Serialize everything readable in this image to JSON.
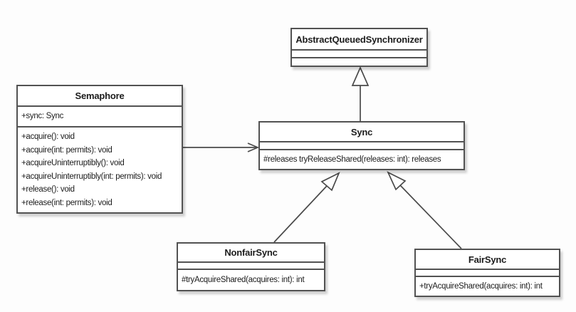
{
  "colors": {
    "background": "#fdfdfd",
    "box_fill": "#ffffff",
    "border": "#525252",
    "line": "#4a4a4a",
    "text": "#1c1c1c"
  },
  "diagram": {
    "type": "uml-class-diagram",
    "classes": {
      "abstract_queued_synchronizer": {
        "name": "AbstractQueuedSynchronizer",
        "attributes": [],
        "methods": []
      },
      "semaphore": {
        "name": "Semaphore",
        "attributes": [
          "+sync: Sync"
        ],
        "methods": [
          "+acquire(): void",
          "+acquire(int: permits): void",
          "+acquireUninterruptibly(): void",
          "+acquireUninterruptibly(int: permits): void",
          "+release(): void",
          "+release(int: permits): void"
        ]
      },
      "sync": {
        "name": "Sync",
        "attributes": [],
        "methods": [
          "#releases tryReleaseShared(releases: int): releases"
        ]
      },
      "nonfair_sync": {
        "name": "NonfairSync",
        "attributes": [],
        "methods": [
          "#tryAcquireShared(acquires: int): int"
        ]
      },
      "fair_sync": {
        "name": "FairSync",
        "attributes": [],
        "methods": [
          "+tryAcquireShared(acquires: int): int"
        ]
      }
    },
    "relationships": [
      {
        "from": "Sync",
        "to": "AbstractQueuedSynchronizer",
        "type": "generalization"
      },
      {
        "from": "Semaphore",
        "to": "Sync",
        "type": "directed-association"
      },
      {
        "from": "NonfairSync",
        "to": "Sync",
        "type": "generalization"
      },
      {
        "from": "FairSync",
        "to": "Sync",
        "type": "generalization"
      }
    ]
  }
}
